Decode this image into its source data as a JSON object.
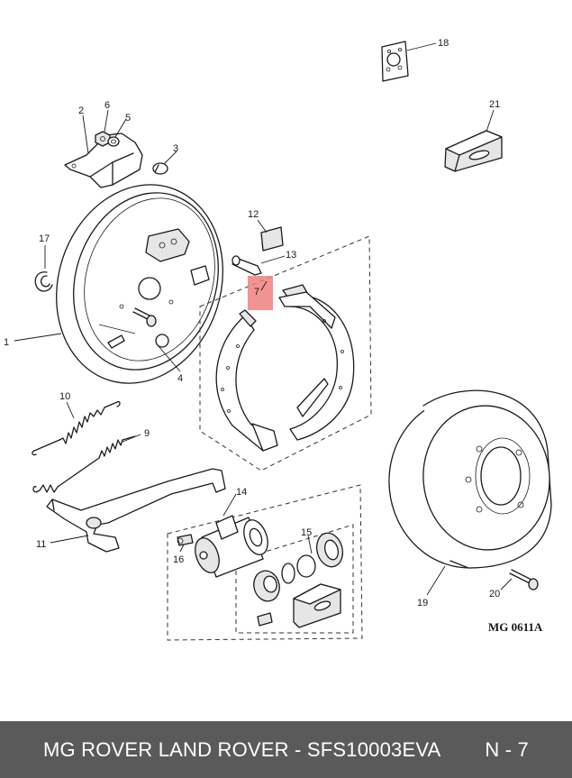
{
  "labels": {
    "p1": "1",
    "p2": "2",
    "p3": "3",
    "p4": "4",
    "p5": "5",
    "p6": "6",
    "p7": "7",
    "p9": "9",
    "p10": "10",
    "p11": "11",
    "p12": "12",
    "p13": "13",
    "p14": "14",
    "p15": "15",
    "p16": "16",
    "p17": "17",
    "p18": "18",
    "p19": "19",
    "p20": "20",
    "p21": "21"
  },
  "reference": "MG 0611A",
  "highlight_color": "#f08080",
  "footer": {
    "title": "MG ROVER LAND ROVER - SFS10003EVA",
    "page": "N - 7"
  }
}
